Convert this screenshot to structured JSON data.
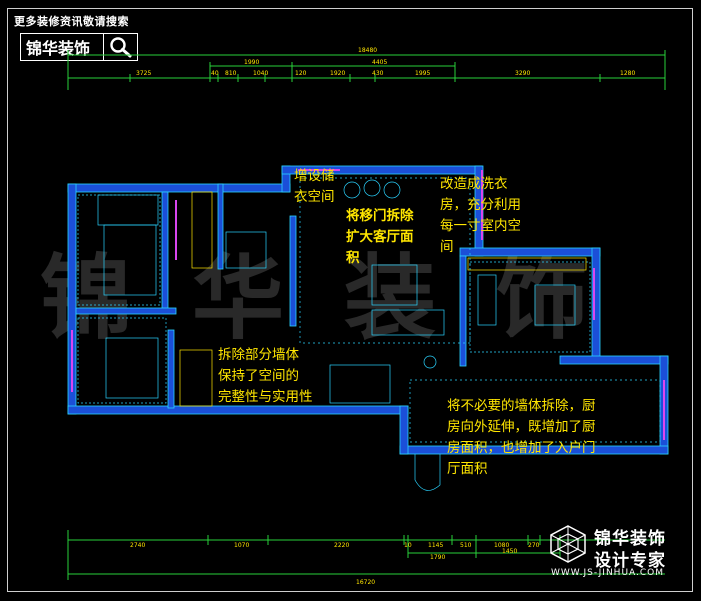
{
  "header": {
    "note": "更多装修资讯敬请搜索",
    "brand": "锦华装饰"
  },
  "watermark": "锦华装饰",
  "dimensions": {
    "top_total": "18480",
    "top_mid": [
      "1990",
      "4405"
    ],
    "top_row": [
      "3725",
      "40",
      "810",
      "1040",
      "120",
      "1920",
      "430",
      "1995",
      "3290",
      "1280"
    ],
    "bottom_row": [
      "2740",
      "1070",
      "2220",
      "10",
      "1145",
      "510",
      "1080",
      "270",
      "1450"
    ],
    "bottom_mid": [
      "1790"
    ],
    "bottom_total": "16720"
  },
  "annotations": {
    "storage": "增设储\n衣空间",
    "sliding_door": "将移门拆除\n扩大客厅面\n积",
    "laundry": "改造成洗衣\n房，充分利用\n每一寸室内空\n间",
    "wall_removal": "拆除部分墙体\n保持了空间的\n完整性与实用性",
    "kitchen": "将不必要的墙体拆除，厨\n房向外延伸，既增加了厨\n房面积，也增加了入户门\n厅面积"
  },
  "stamp": {
    "line1": "锦华装饰",
    "line2": "设计专家",
    "url": "WWW.JS-JINHUA.COM"
  },
  "colors": {
    "background": "#000000",
    "annotation": "#ffe600",
    "wall_fill": "#1b4fd8",
    "plan_line": "#2ad4ff",
    "accent": "#d946ef",
    "dimension_line": "#29d13a"
  }
}
